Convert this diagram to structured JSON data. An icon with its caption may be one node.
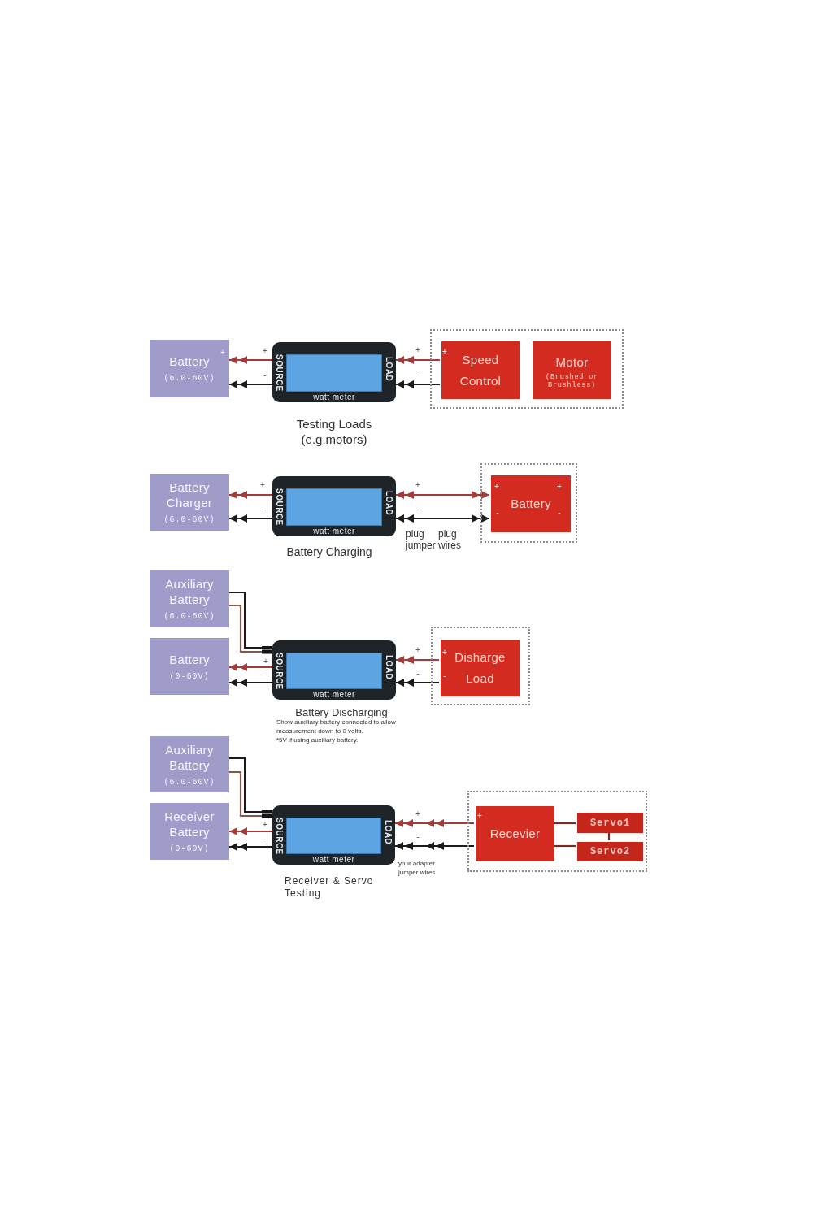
{
  "diagram": {
    "nodes": [
      {
        "text": [
          "Battery",
          "(6.0-60V)"
        ]
      },
      {
        "text": [
          "SOURCE",
          "LOAD",
          "watt meter"
        ]
      },
      {
        "text": [],
        "shape": "box"
      },
      {
        "text": [
          "Speed Control"
        ],
        "in": 2
      },
      {
        "text": [
          "Motor",
          "(Brushed or Brushless)"
        ],
        "in": 2
      },
      {
        "text": [
          "Battery Charger",
          "(6.0-60V)"
        ]
      },
      {
        "text": [
          "SOURCE",
          "LOAD",
          "watt meter"
        ]
      },
      {
        "text": [],
        "shape": "box"
      },
      {
        "text": [
          "Battery"
        ],
        "in": 7
      },
      {
        "text": [
          "Auxiliary Battery",
          "(6.0-60V)"
        ]
      },
      {
        "text": [
          "Battery",
          "(0-60V)"
        ]
      },
      {
        "text": [
          "SOURCE",
          "LOAD",
          "watt meter"
        ]
      },
      {
        "text": [],
        "shape": "box"
      },
      {
        "text": [
          "Disharge Load"
        ],
        "in": 12
      },
      {
        "text": [
          "Auxiliary Battery",
          "(6.0-60V)"
        ]
      },
      {
        "text": [
          "Receiver Battery",
          "(0-60V)"
        ]
      },
      {
        "text": [
          "SOURCE",
          "LOAD",
          "watt meter"
        ]
      },
      {
        "text": [],
        "shape": "box"
      },
      {
        "text": [
          "Recevier"
        ],
        "in": 17
      },
      {
        "text": [
          "Servo1"
        ],
        "in": 17
      },
      {
        "text": [
          "Servo2"
        ],
        "in": 17
      }
    ],
    "edges": [
      {
        "from": 1,
        "to": 0,
        "arrow": "to",
        "color": "#a33b3b"
      },
      {
        "from": 1,
        "to": 0,
        "arrow": "to"
      },
      {
        "from": 3,
        "to": 1,
        "arrow": "to",
        "color": "#a33b3b"
      },
      {
        "from": 3,
        "to": 1,
        "arrow": "to"
      },
      {
        "from": 6,
        "to": 5,
        "arrow": "to",
        "color": "#a33b3b"
      },
      {
        "from": 6,
        "to": 5,
        "arrow": "to"
      },
      {
        "from": 6,
        "to": 8,
        "arrow": "both",
        "color": "#a33b3b"
      },
      {
        "from": 6,
        "to": 8,
        "arrow": "both"
      },
      {
        "from": 9,
        "to": 11,
        "arrow": "other"
      },
      {
        "from": 9,
        "to": 11,
        "arrow": "other",
        "color": "#8a5648"
      },
      {
        "from": 11,
        "to": 10,
        "arrow": "to",
        "color": "#a33b3b"
      },
      {
        "from": 11,
        "to": 10,
        "arrow": "to"
      },
      {
        "from": 13,
        "to": 11,
        "arrow": "to",
        "color": "#a33b3b"
      },
      {
        "from": 13,
        "to": 11,
        "arrow": "to"
      },
      {
        "from": 14,
        "to": 16,
        "arrow": "other"
      },
      {
        "from": 14,
        "to": 16,
        "arrow": "other",
        "color": "#8a5648"
      },
      {
        "from": 16,
        "to": 15,
        "arrow": "to",
        "color": "#a33b3b"
      },
      {
        "from": 16,
        "to": 15,
        "arrow": "to"
      },
      {
        "from": 18,
        "to": 16,
        "arrow": "to",
        "color": "#a33b3b"
      },
      {
        "from": 18,
        "to": 16,
        "arrow": "to"
      },
      {
        "from": 18,
        "to": 19,
        "arrow": "none",
        "color": "#7d2a22"
      },
      {
        "from": 18,
        "to": 20,
        "arrow": "none",
        "color": "#7d2a22"
      },
      {
        "from": 19,
        "to": 20,
        "arrow": "none",
        "color": "#7d2a22"
      }
    ],
    "labels": [
      "+",
      "+",
      "+",
      "+",
      "-",
      "-",
      "Testing Loads (e.g.motors)",
      "+",
      "+",
      "+",
      "+",
      "-",
      "-",
      "-",
      "-",
      "plug",
      "plug",
      "jumper wires",
      "Battery Charging",
      "+",
      "+",
      "+",
      "-",
      "-",
      "-",
      "Battery Discharging",
      "Show auxiliary battery connected to allow measurement down to 0 volts.",
      "*5V if using auxiliary battery.",
      "+",
      "+",
      "+",
      "-",
      "-",
      "your adapter jumper wires",
      "Receiver & Servo Testing"
    ]
  }
}
